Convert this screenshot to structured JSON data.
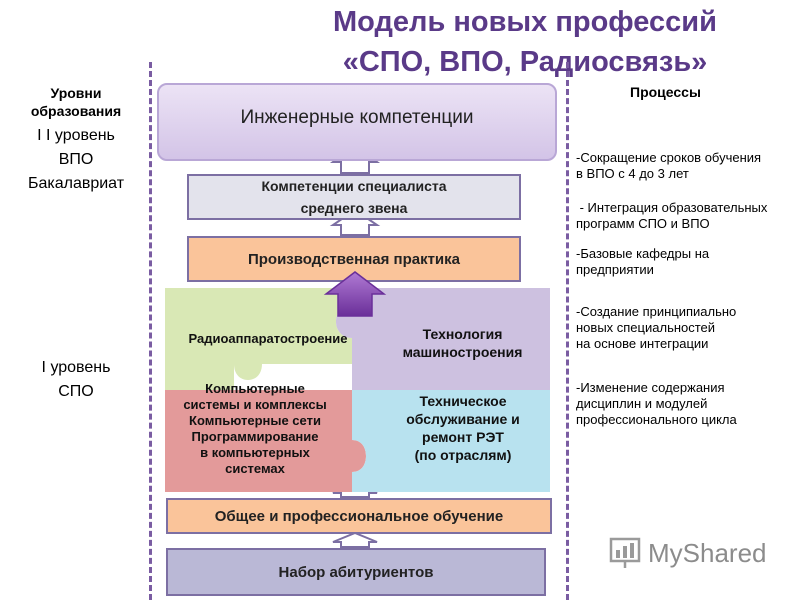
{
  "title": {
    "line1": "Модель новых профессий",
    "line2": "«СПО, ВПО, Радиосвязь»"
  },
  "left": {
    "heading_line1": "Уровни",
    "heading_line2": "образования",
    "level2_line1": "I I уровень",
    "level2_line2": "ВПО",
    "level2_line3": "Бакалавриат",
    "level1_line1": "I уровень",
    "level1_line2": "СПО"
  },
  "center": {
    "engineering": "Инженерные компетенции",
    "mid_line1": "Компетенции специалиста",
    "mid_line2": "среднего звена",
    "practice": "Производственная практика",
    "puzzle": {
      "radio": "Радиоаппаратостроение",
      "tech_line1": "Технология",
      "tech_line2": "машиностроения",
      "comp_lines": [
        "Компьютерные",
        "системы и комплексы",
        "Компьютерные сети",
        "Программирование",
        "в компьютерных",
        "системах"
      ],
      "service_lines": [
        "Техническое",
        "обслуживание и",
        "ремонт РЭТ",
        "(по отраслям)"
      ]
    },
    "general": "Общее и профессиональное обучение",
    "recruit": "Набор абитуриентов"
  },
  "processes": {
    "heading": "Процессы",
    "items": [
      {
        "lines": [
          "-Сокращение сроков обучения",
          "в ВПО с 4 до 3 лет"
        ]
      },
      {
        "lines": [
          " - Интеграция образовательных",
          "программ СПО и ВПО"
        ]
      },
      {
        "lines": [
          "-Базовые кафедры на",
          "предприятии"
        ]
      },
      {
        "lines": [
          "-Создание принципиально",
          "новых специальностей",
          "на основе интеграции"
        ]
      },
      {
        "lines": [
          "-Изменение содержания",
          "дисциплин и модулей",
          "профессионального цикла"
        ]
      }
    ]
  },
  "brand": {
    "text": "MyShared"
  },
  "colors": {
    "title": "#5a3a88",
    "puzzle_green": "#d9e8b5",
    "puzzle_purple": "#cdc1e0",
    "puzzle_red": "#e39a9a",
    "puzzle_blue": "#b8e2ef",
    "orange": "#fac49a",
    "arrow": "#ffffff",
    "arrow_top": "#8a4fb3"
  }
}
